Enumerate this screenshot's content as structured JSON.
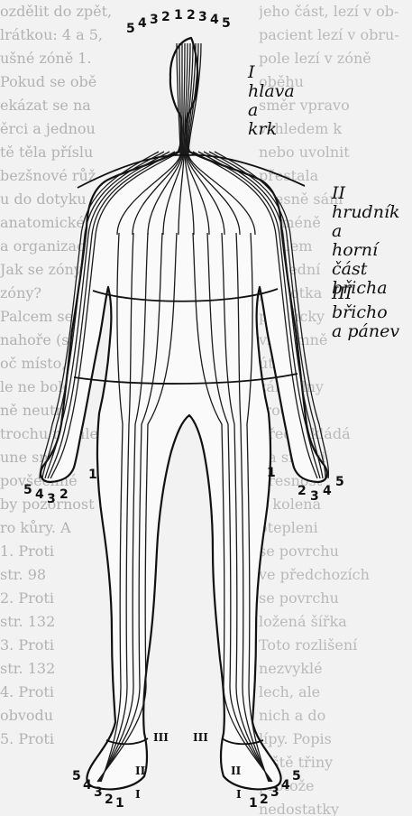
{
  "zones": [
    {
      "roman": "I",
      "lines": [
        "hlava",
        "a",
        "krk"
      ]
    },
    {
      "roman": "II",
      "lines": [
        "hrudník a",
        "horní část",
        "břicha"
      ]
    },
    {
      "roman": "III",
      "lines": [
        "břicho",
        "a pánev"
      ]
    }
  ],
  "finger_numbers": {
    "head_top": [
      "5",
      "4",
      "3",
      "2",
      "1",
      "2",
      "3",
      "4",
      "5"
    ],
    "left_hand": [
      "5",
      "4",
      "3",
      "2",
      "1"
    ],
    "right_hand": [
      "1",
      "2",
      "3",
      "4",
      "5"
    ],
    "left_foot": [
      "5",
      "4",
      "3",
      "2",
      "1"
    ],
    "right_foot": [
      "1",
      "2",
      "3",
      "4",
      "5"
    ]
  },
  "ankle_marks": {
    "left": [
      "III",
      "II"
    ],
    "right": [
      "III",
      "II"
    ],
    "feet": [
      "I",
      "I"
    ]
  },
  "background_text_left": [
    "ozdělit do zpět,",
    "lrátkou: 4 a 5,",
    "ušné zóně 1.",
    "Pokud se obě",
    "ekázat se na",
    "ěrci a jednou",
    "tě těla příslu",
    "bezšnové růž",
    "u do dotyku",
    "anatomické to",
    "a organizaci",
    "",
    "Jak se zóny",
    "zóny?",
    "Palcem se při",
    "nahoře (samo",
    "oč místo, o",
    "le ne bolest",
    "ně neutralit",
    "trochu rychle",
    "une snížte",
    "povšechné",
    "by pozornost",
    "ro kůry. A",
    "",
    "1. Proti",
    "str. 98",
    "2. Proti",
    "str. 132",
    "3. Proti",
    "str. 132",
    "4. Proti",
    "obvodu",
    "5. Proti"
  ],
  "background_text_right": [
    "jeho část, lezí v ob-",
    "pacient lezí v obru-",
    "pole lezí v zóně",
    "oběhu",
    "směr vpravo",
    "vzhledem k",
    "nebo uvolnit",
    "přestala",
    "přesně sám",
    "nicméně",
    "úkolem",
    "poslední",
    "jednotka",
    "pomůcky",
    "vzájemně",
    "úterý",
    "základny",
    "trochu",
    "předpokládá",
    "na sítnici",
    "přesnost",
    "u kolena",
    "otepleni",
    "se povrchu",
    "ve předchozích",
    "se povrchu",
    "ložená šířka",
    "Toto rozlišení",
    "nezvyklé",
    "lech, ale",
    "nich a do",
    "lípy. Popis",
    "ještě třiny",
    "protože",
    "nedostatky"
  ]
}
